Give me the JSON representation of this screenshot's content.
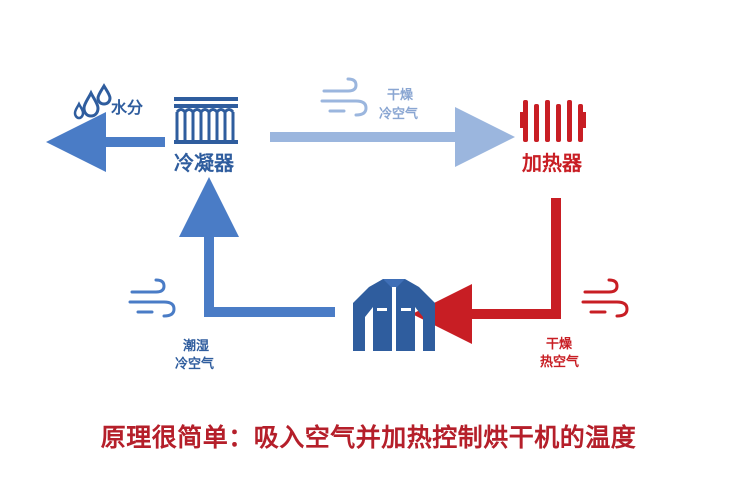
{
  "labels": {
    "condenser": "冷凝器",
    "heater": "加热器",
    "water": "水分",
    "dry_cold_top": "干燥",
    "dry_cold_bottom": "冷空气",
    "humid_top": "潮湿",
    "humid_bottom": "冷空气",
    "dry_hot_top": "干燥",
    "dry_hot_bottom": "热空气"
  },
  "title": "原理很简单：吸入空气并加热控制烘干机的温度",
  "colors": {
    "blue": "#2f5d9e",
    "light_blue": "#9bb6de",
    "mid_blue": "#4a7cc6",
    "red": "#c81e24",
    "title_red": "#b51f2a"
  },
  "icons": [
    "water-drops-icon",
    "condenser-icon",
    "heater-icon",
    "jacket-icon",
    "wind-icon"
  ]
}
